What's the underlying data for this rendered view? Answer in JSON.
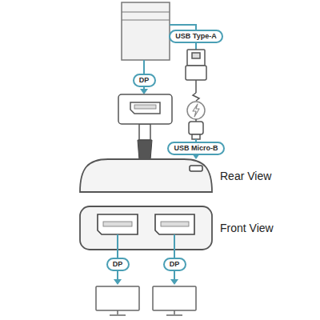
{
  "diagram": {
    "nodes": [
      {
        "text": [
          "USB Type-A"
        ]
      },
      {
        "text": [
          "DP"
        ]
      },
      {
        "text": [
          "USB Micro-B"
        ]
      },
      {
        "text": [
          "Rear View"
        ]
      },
      {
        "text": [
          "Front View"
        ]
      },
      {
        "text": [
          "DP"
        ]
      },
      {
        "text": [
          "DP"
        ]
      }
    ],
    "edges": [
      {
        "from": 2,
        "to": 3,
        "arrow": "to"
      },
      {
        "from": 4,
        "to": 5,
        "arrow": "none"
      },
      {
        "from": 4,
        "to": 6,
        "arrow": "none"
      }
    ]
  }
}
